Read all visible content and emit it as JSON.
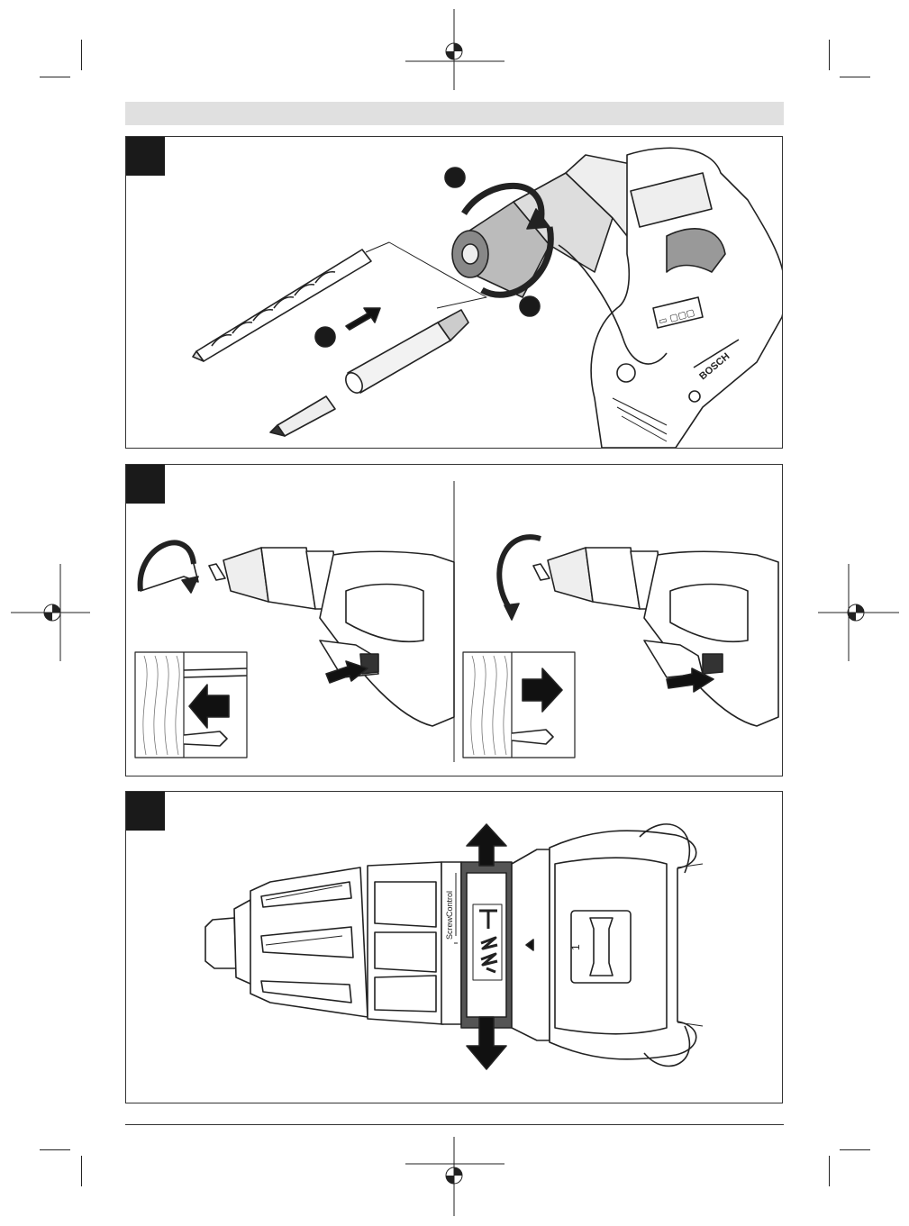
{
  "figure_1": {
    "brand_label": "BOSCH",
    "battery_gauge": "▭ ▢▢▢"
  },
  "figure_3": {
    "ring_brand": "ScrewControl",
    "gear_label": "1",
    "mode_symbols": "T"
  }
}
